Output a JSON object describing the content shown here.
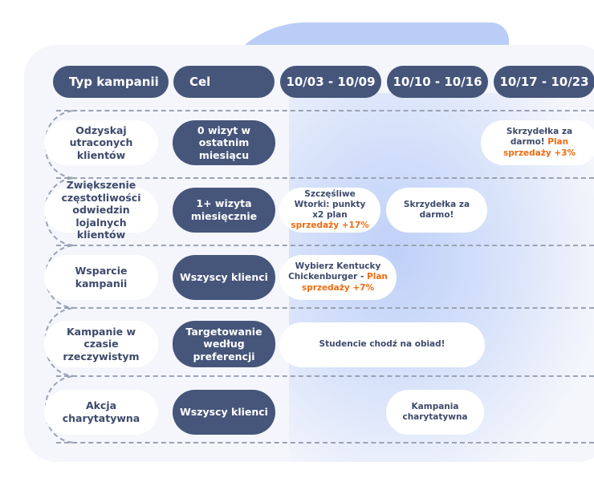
{
  "headers": {
    "campaign_type": "Typ kampanii",
    "goal": "Cel",
    "weeks": [
      "10/03 - 10/09",
      "10/10 - 10/16",
      "10/17 - 10/23"
    ]
  },
  "rows": [
    {
      "type": "Odzyskaj utraconych klientów",
      "goal": "0 wizyt w ostatnim miesiącu",
      "plans": [
        {
          "text": "Skrzydełka za darmo!",
          "highlight": "Plan sprzedaży +3%"
        }
      ]
    },
    {
      "type": "Zwiększenie częstotliwości odwiedzin lojalnych klientów",
      "goal": "1+ wizyta miesięcznie",
      "plans": [
        {
          "text": "Szczęśliwe Wtorki: punkty x2 plan",
          "highlight": "sprzedaży +17%"
        },
        {
          "text": "Skrzydełka za darmo!",
          "highlight": ""
        }
      ]
    },
    {
      "type": "Wsparcie kampanii",
      "goal": "Wszyscy klienci",
      "plans": [
        {
          "text": "Wybierz Kentucky Chickenburger -",
          "highlight": "Plan sprzedaży +7%"
        }
      ]
    },
    {
      "type": "Kampanie w czasie rzeczywistym",
      "goal": "Targetowanie według preferencji",
      "plans": [
        {
          "text": "Studencie chodź na obiad!",
          "highlight": ""
        }
      ]
    },
    {
      "type": "Akcja charytatywna",
      "goal": "Wszyscy klienci",
      "plans": [
        {
          "text": "Kampania charytatywna",
          "highlight": ""
        }
      ]
    }
  ],
  "colors": {
    "header_bg": "#46557a",
    "accent_orange": "#ee6b10",
    "card_bg": "#f4f6fb",
    "blob": "#b9cdf7"
  }
}
